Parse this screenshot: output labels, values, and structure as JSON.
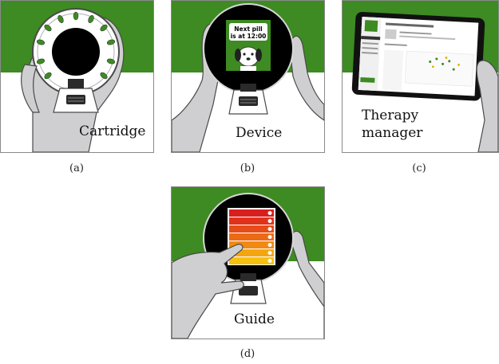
{
  "colors": {
    "green": "#3d8b22",
    "dark": "#000000",
    "hand": "#cfcfd1",
    "outline": "#4a4a4a",
    "bezel": "#d6d6d6"
  },
  "panels": [
    {
      "id": "a",
      "label": "Cartridge",
      "caption": "(a)"
    },
    {
      "id": "b",
      "label": "Device",
      "caption": "(b)",
      "screen_text_line1": "Next pill",
      "screen_text_line2": "is at 12:00"
    },
    {
      "id": "c",
      "label_line1": "Therapy",
      "label_line2": "manager",
      "caption": "(c)"
    },
    {
      "id": "d",
      "label": "Guide",
      "caption": "(d)"
    }
  ]
}
